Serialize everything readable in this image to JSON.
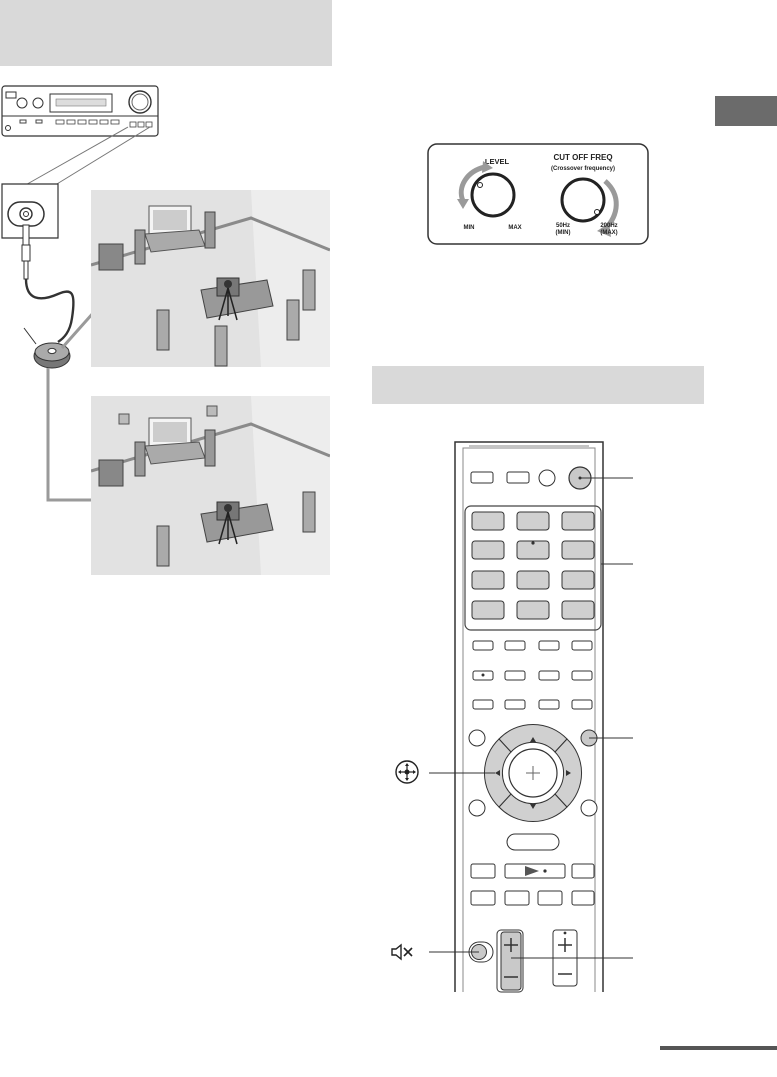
{
  "knob_panel": {
    "level_label": "LEVEL",
    "level_min": "MIN",
    "level_max": "MAX",
    "cutoff_title": "CUT OFF FREQ",
    "cutoff_subtitle": "(Crossover frequency)",
    "cutoff_min_value": "50Hz",
    "cutoff_min_word": "(MIN)",
    "cutoff_max_value": "200Hz",
    "cutoff_max_word": "(MAX)"
  },
  "remote": {
    "number_keys_rows": 4,
    "number_keys_cols": 3
  },
  "icons": {
    "select_enter": "crosshair-circle-icon",
    "muting": "speaker-mute-icon"
  }
}
